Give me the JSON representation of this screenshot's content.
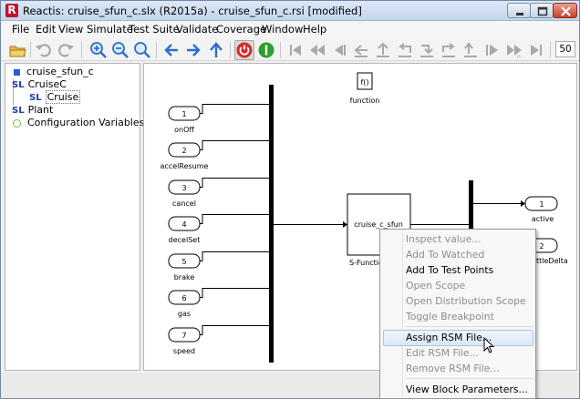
{
  "window": {
    "title": "Reactis: cruise_sfun_c.slx (R2015a) - cruise_sfun_c.rsi [modified]",
    "app_icon_letter": "R"
  },
  "menubar": {
    "items": [
      "File",
      "Edit",
      "View",
      "Simulate",
      "Test Suite",
      "Validate",
      "Coverage",
      "Window",
      "Help"
    ]
  },
  "toolbar": {
    "step_value": "50",
    "icons": [
      "open-folder-icon",
      "undo-icon",
      "redo-icon",
      "zoom-in-icon",
      "zoom-out-icon",
      "zoom-fit-icon",
      "back-arrow-icon",
      "forward-arrow-icon",
      "up-arrow-icon",
      "power-off-icon",
      "run-icon",
      "go-to-start-icon",
      "fast-back-icon",
      "step-back-icon",
      "step-back-into-icon",
      "step-back-over-icon",
      "step-back-out-icon",
      "step-into-icon",
      "step-over-icon",
      "step-out-icon",
      "step-forward-icon",
      "fast-forward-icon",
      "go-to-end-icon"
    ]
  },
  "tree": {
    "root": "cruise_sfun_c",
    "items": [
      {
        "tag": "SL",
        "label": "CruiseC"
      },
      {
        "tag": "SL",
        "label": "Cruise"
      },
      {
        "tag": "SL",
        "label": "Plant"
      },
      {
        "tag": "",
        "label": "Configuration Variables"
      }
    ]
  },
  "diagram": {
    "function_block": "f()",
    "function_label": "function",
    "inports": [
      {
        "num": "1",
        "name": "onOff"
      },
      {
        "num": "2",
        "name": "accelResume"
      },
      {
        "num": "3",
        "name": "cancel"
      },
      {
        "num": "4",
        "name": "decelSet"
      },
      {
        "num": "5",
        "name": "brake"
      },
      {
        "num": "6",
        "name": "gas"
      },
      {
        "num": "7",
        "name": "speed"
      }
    ],
    "sfun_block": "cruise_c_sfun",
    "sfun_label": "S-Functio",
    "outports": [
      {
        "num": "1",
        "name": "active"
      },
      {
        "num": "2",
        "name": "ttleDelta"
      }
    ]
  },
  "context_menu": {
    "items": [
      {
        "label": "Inspect value...",
        "enabled": false
      },
      {
        "label": "Add To Watched",
        "enabled": false
      },
      {
        "label": "Add To Test Points",
        "enabled": true
      },
      {
        "label": "Open Scope",
        "enabled": false
      },
      {
        "label": "Open Distribution Scope",
        "enabled": false
      },
      {
        "label": "Toggle Breakpoint",
        "enabled": false
      },
      {
        "label": "Assign RSM File...",
        "enabled": true
      },
      {
        "label": "Edit RSM File...",
        "enabled": false
      },
      {
        "label": "Remove RSM File...",
        "enabled": false
      },
      {
        "label": "View Block Parameters...",
        "enabled": true
      }
    ],
    "hovered": "Assign RSM File..."
  },
  "colors": {
    "titlebar": "#c4d6ec",
    "power_button": "#d62b2b",
    "run_button": "#2aa02a",
    "sl_tag": "#1f3f9f",
    "config_icon": "#7cc043"
  }
}
